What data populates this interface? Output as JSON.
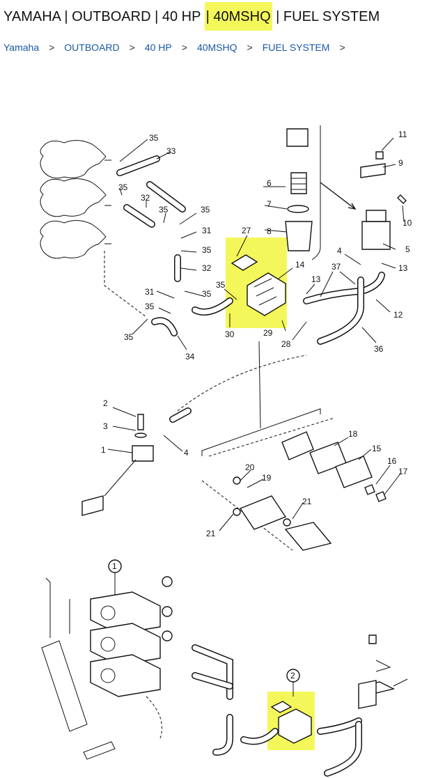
{
  "header": {
    "title_before": "YAMAHA | OUTBOARD | 40 HP ",
    "title_highlight": "| 40MSHQ",
    "title_after": " | FUEL SYSTEM",
    "highlight_color": "#f4f75a"
  },
  "breadcrumb": {
    "items": [
      "Yamaha",
      "OUTBOARD",
      "40 HP",
      "40MSHQ",
      "FUEL SYSTEM"
    ],
    "separator": ">",
    "link_color": "#1a57a8"
  },
  "diagram_top": {
    "callouts": [
      "1",
      "2",
      "3",
      "4",
      "5",
      "6",
      "7",
      "8",
      "9",
      "10",
      "11",
      "12",
      "13",
      "14",
      "15",
      "16",
      "17",
      "18",
      "19",
      "20",
      "21",
      "27",
      "28",
      "29",
      "30",
      "31",
      "32",
      "33",
      "34",
      "35",
      "36",
      "37"
    ]
  },
  "diagram_bottom": {
    "callouts": [
      "1",
      "2"
    ]
  }
}
